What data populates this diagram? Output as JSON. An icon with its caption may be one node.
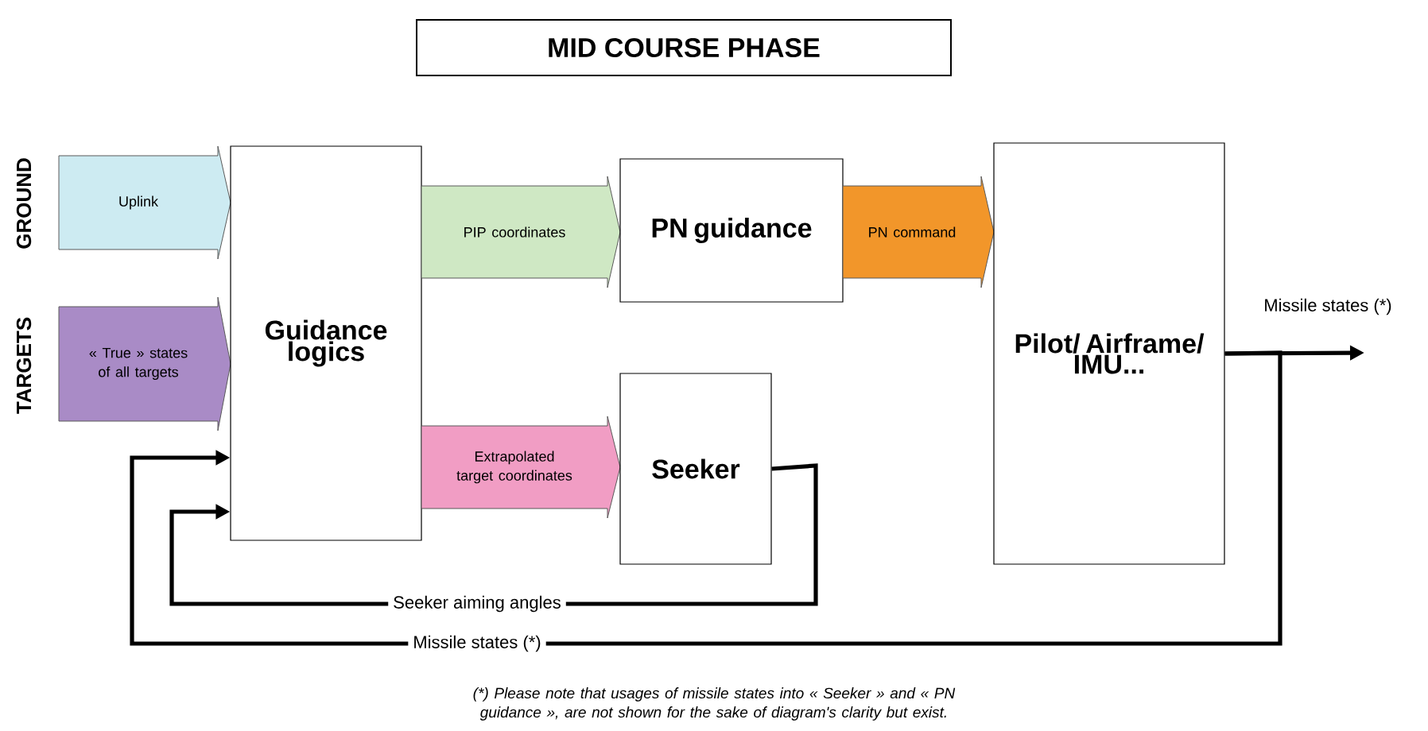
{
  "diagram": {
    "title": "MID COURSE PHASE",
    "caption": "(*) Please note that usages of missile states into « Seeker » and « PN guidance », are not shown for the sake of diagram's clarity but exist.",
    "nodes": [
      {
        "text": [
          "Uplink"
        ]
      },
      {
        "text": [
          "« True » states of all targets"
        ]
      },
      {
        "text": [
          "Guidance logics"
        ]
      },
      {
        "text": [
          "PIP coordinates"
        ]
      },
      {
        "text": [
          "PN guidance"
        ]
      },
      {
        "text": [
          "PN command"
        ]
      },
      {
        "text": [
          "Extrapolated target coordinates"
        ]
      },
      {
        "text": [
          "Seeker"
        ]
      },
      {
        "text": [
          "Pilot/ Airframe/ IMU..."
        ]
      }
    ],
    "edges": [
      {
        "from": 7,
        "to": 2,
        "arrow": "to",
        "label": "Seeker aiming angles"
      },
      {
        "from": 8,
        "to": 2,
        "arrow": "to",
        "label": "Missile states (*)"
      },
      {
        "from": 8,
        "to": null,
        "arrow": "to",
        "label": "Missile states (*)"
      }
    ],
    "labels": [
      "GROUND",
      "TARGETS"
    ]
  }
}
